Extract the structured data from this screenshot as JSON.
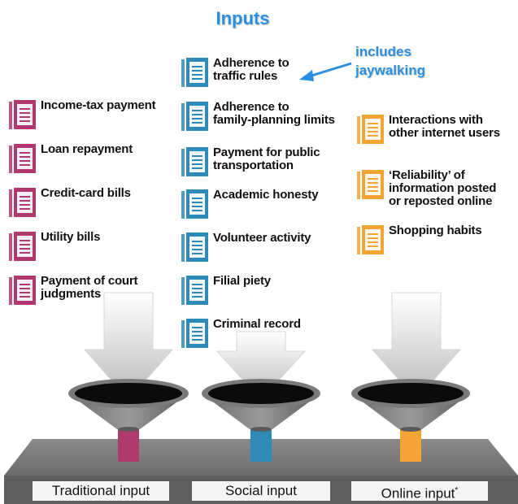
{
  "title": "Inputs",
  "annotation": {
    "line1": "includes",
    "line2": "jaywalking"
  },
  "colors": {
    "traditional": "#b03a6e",
    "social": "#2e8ab8",
    "online": "#f4a434",
    "accent": "#2b8fe0"
  },
  "columns": {
    "traditional": {
      "items": [
        {
          "line1": "Income-tax payment",
          "line2": ""
        },
        {
          "line1": "Loan repayment",
          "line2": ""
        },
        {
          "line1": "Credit-card bills",
          "line2": ""
        },
        {
          "line1": "Utility bills",
          "line2": ""
        },
        {
          "line1": "Payment of court",
          "line2": "judgments"
        }
      ],
      "base_label": "Traditional input"
    },
    "social": {
      "items": [
        {
          "line1": "Adherence to",
          "line2": "traffic rules"
        },
        {
          "line1": "Adherence to",
          "line2": "family-planning limits"
        },
        {
          "line1": "Payment for public",
          "line2": "transportation"
        },
        {
          "line1": "Academic honesty",
          "line2": ""
        },
        {
          "line1": "Volunteer activity",
          "line2": ""
        },
        {
          "line1": "Filial piety",
          "line2": ""
        },
        {
          "line1": "Criminal record",
          "line2": ""
        }
      ],
      "base_label": "Social input"
    },
    "online": {
      "items": [
        {
          "line1": "Interactions with",
          "line2": "other internet users",
          "line3": ""
        },
        {
          "line1": "‘Reliability’ of",
          "line2": "information posted",
          "line3": "or reposted online"
        },
        {
          "line1": "Shopping habits",
          "line2": "",
          "line3": ""
        }
      ],
      "base_label": "Online input",
      "base_label_mark": "*"
    }
  }
}
